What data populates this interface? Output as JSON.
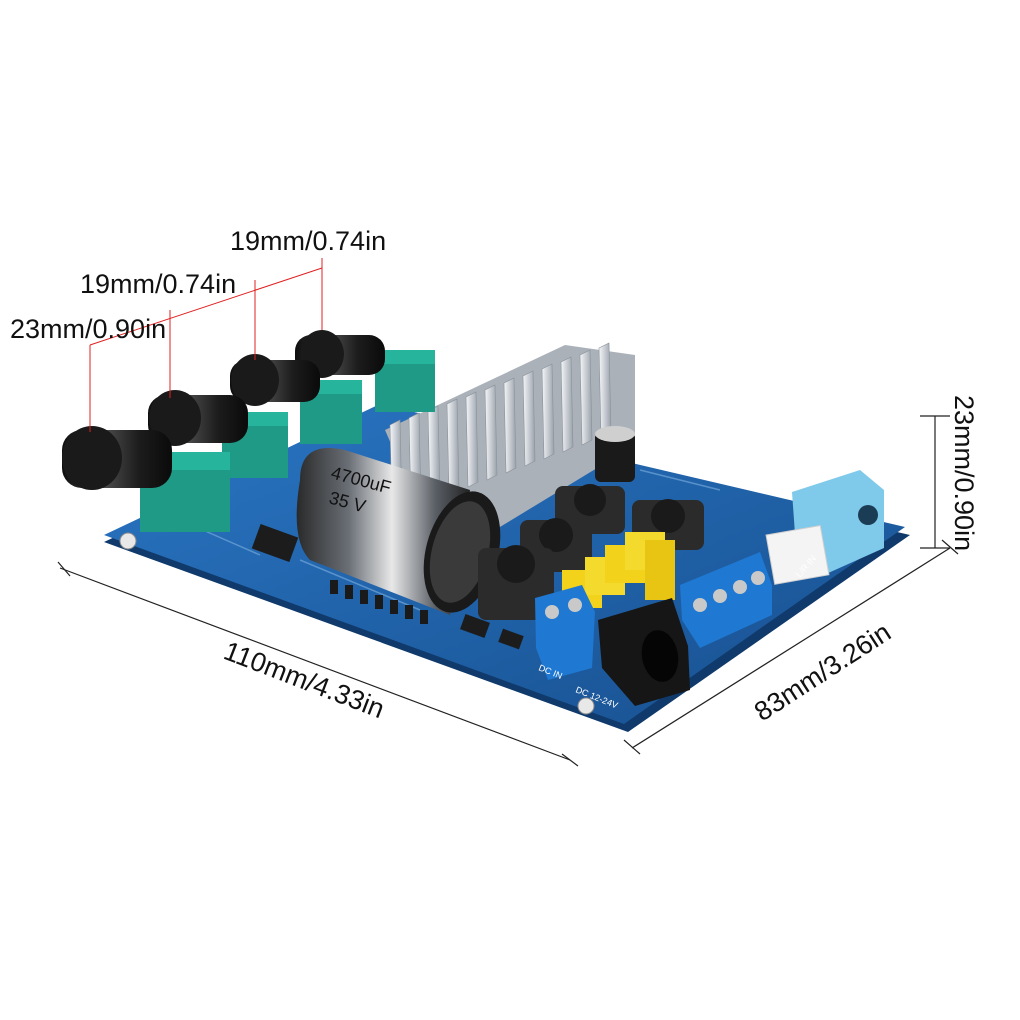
{
  "dimensions": {
    "knob_height_right": "19mm/0.74in",
    "knob_height_middle": "19mm/0.74in",
    "knob_height_left": "23mm/0.90in",
    "board_length": "110mm/4.33in",
    "board_width": "83mm/3.26in",
    "board_height": "23mm/0.90in"
  },
  "capacitor": {
    "capacitance": "4700uF",
    "voltage": "35 V"
  },
  "board_markings": {
    "dc_in": "DC IN",
    "dc_range": "DC 12-24V",
    "l_r_in": "L/R IN"
  },
  "colors": {
    "pcb": "#1a5fa8",
    "heatsink": "#d9dde2",
    "potentiometer": "#1f9a86",
    "knob": "#1b1b1b",
    "terminal": "#1f78d1",
    "film_capacitor": "#f2d21b",
    "audio_jack": "#7fc9ea",
    "dimension_line": "#e02020"
  }
}
